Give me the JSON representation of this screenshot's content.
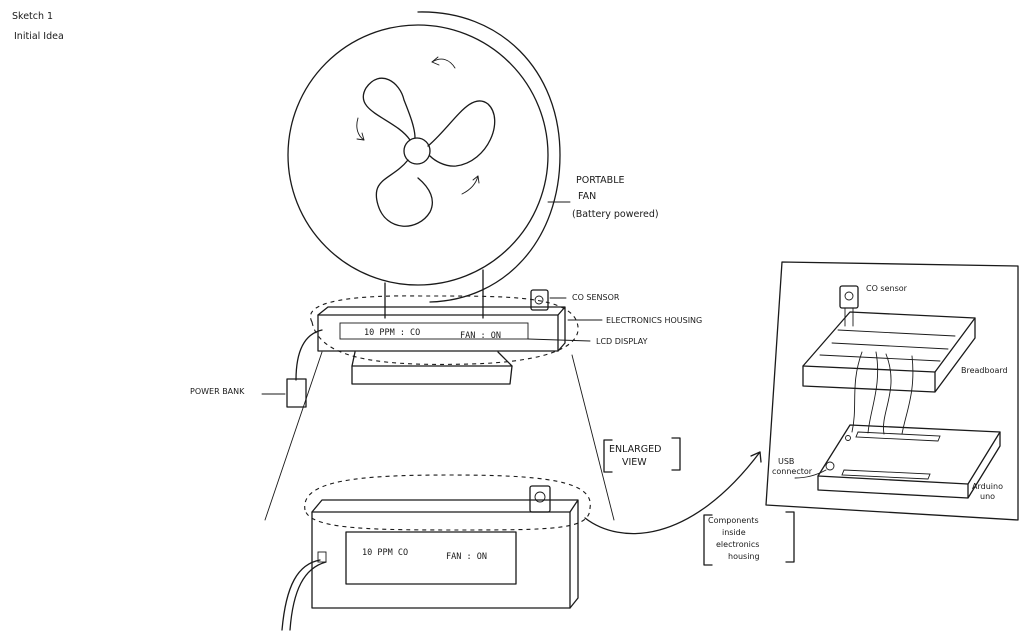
{
  "header": {
    "title": "Sketch 1",
    "subtitle": "Initial Idea"
  },
  "labels": {
    "portable_fan_1": "PORTABLE",
    "portable_fan_2": "FAN",
    "portable_fan_3": "(Battery powered)",
    "co_sensor": "CO SENSOR",
    "electronics_housing": "ELECTRONICS HOUSING",
    "lcd_display": "LCD DISPLAY",
    "power_bank": "POWER BANK",
    "enlarged_view_1": "ENLARGED",
    "enlarged_view_2": "VIEW",
    "components_1": "Components",
    "components_2": "inside",
    "components_3": "electronics",
    "components_4": "housing",
    "co_sensor_inset": "CO sensor",
    "breadboard": "Breadboard",
    "usb_connector_1": "USB",
    "usb_connector_2": "connector",
    "arduino_1": "Arduino",
    "arduino_2": "uno"
  },
  "lcd_small": {
    "reading": "10 PPM : CO",
    "status": "FAN : ON"
  },
  "lcd_large": {
    "reading": "10 PPM CO",
    "status": "FAN : ON"
  },
  "colors": {
    "ink": "#1a1a1a",
    "paper": "#ffffff"
  }
}
